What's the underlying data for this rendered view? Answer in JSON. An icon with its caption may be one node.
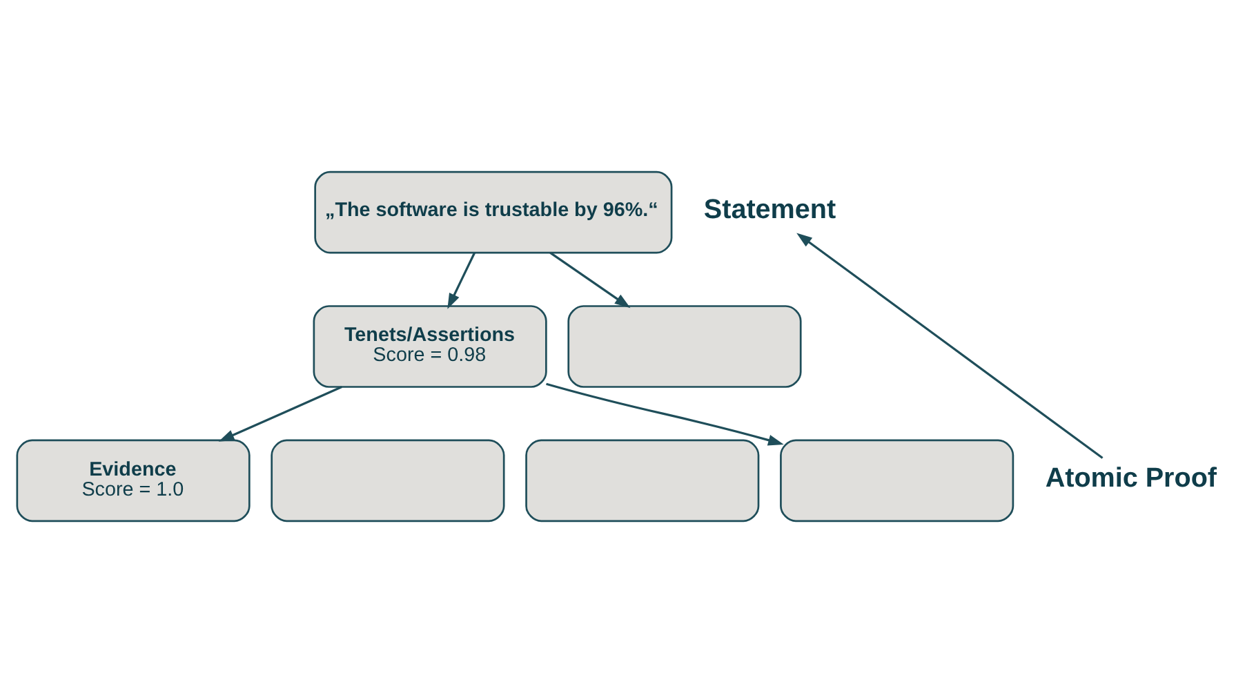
{
  "diagram": {
    "nodes": [
      {
        "text": [
          "„The software is trustable by 96%.“"
        ]
      },
      {
        "text": [
          "Statement"
        ]
      },
      {
        "text": [],
        "shape": "box"
      },
      {
        "text": [
          "Tenets/Assertions",
          "Score = 0.98"
        ]
      },
      {
        "text": [],
        "shape": "box"
      },
      {
        "text": [],
        "shape": "box"
      },
      {
        "text": [],
        "shape": "box"
      },
      {
        "text": [
          "Evidence",
          "Score = 1.0"
        ]
      },
      {
        "text": [
          "Atomic Proof"
        ]
      }
    ],
    "edges": [
      {
        "from": 0,
        "to": 3,
        "arrow": "to"
      },
      {
        "from": 0,
        "to": 2,
        "arrow": "to"
      },
      {
        "from": 3,
        "to": 7,
        "arrow": "to"
      },
      {
        "from": 3,
        "to": 6,
        "arrow": "to"
      },
      {
        "from": 8,
        "to": 1,
        "arrow": "to"
      }
    ]
  }
}
